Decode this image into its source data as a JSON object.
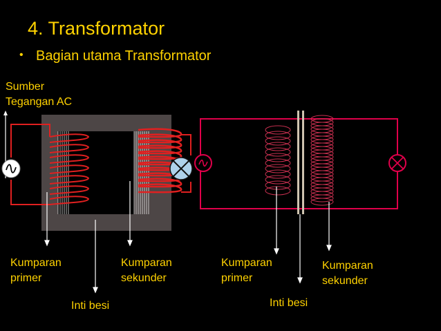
{
  "slide": {
    "title": "4. Transformator",
    "bullet_glyph": "•",
    "bullet": "Bagian utama Transformator"
  },
  "labels": {
    "source_line1": "Sumber",
    "source_line2": "Tegangan AC",
    "left_primary_1": "Kumparan",
    "left_primary_2": "primer",
    "left_secondary_1": "Kumparan",
    "left_secondary_2": "sekunder",
    "left_core": "Inti besi",
    "right_primary_1": "Kumparan",
    "right_primary_2": "primer",
    "right_secondary_1": "Kumparan",
    "right_secondary_2": "sekunder",
    "right_core": "Inti besi",
    "ac_symbol": "~"
  },
  "colors": {
    "heading": "#ffd200",
    "core": "#4d4646",
    "wire_left": "#e02020",
    "wire_right": "#e0004a",
    "lamp": "#aed1ea"
  }
}
